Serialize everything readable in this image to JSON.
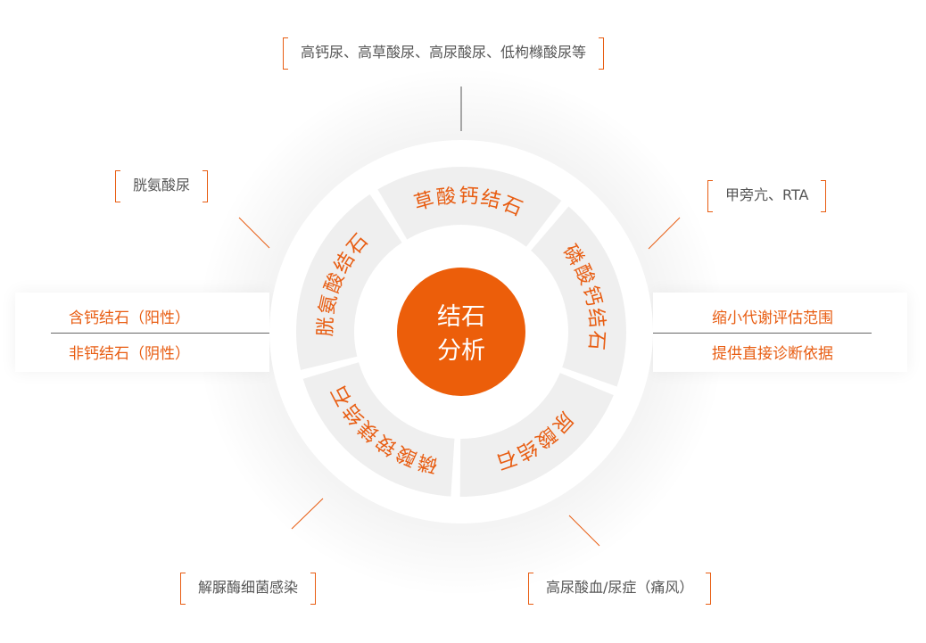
{
  "center": {
    "line1": "结石",
    "line2": "分析"
  },
  "segments": [
    {
      "label": "草酸钙结石",
      "start": -32,
      "end": 39
    },
    {
      "label": "磷酸钙结石",
      "start": 39,
      "end": 111
    },
    {
      "label": "尿酸结石",
      "start": 111,
      "end": 182
    },
    {
      "label": "磷酸铵镁结石",
      "start": 182,
      "end": 255
    },
    {
      "label": "胱氨酸结石",
      "start": 255,
      "end": 328
    }
  ],
  "left_panel": {
    "top": "含钙结石（阳性）",
    "bottom": "非钙结石（阴性）"
  },
  "right_panel": {
    "top": "缩小代谢评估范围",
    "bottom": "提供直接诊断依据"
  },
  "callouts": {
    "top": "高钙尿、高草酸尿、高尿酸尿、低枸橼酸尿等",
    "top_left": "胱氨酸尿",
    "top_right": "甲旁亢、RTA",
    "bottom_left": "解脲酶细菌感染",
    "bottom_right": "高尿酸血/尿症（痛风）"
  },
  "colors": {
    "accent": "#ec5e0a",
    "ring": "#efefef",
    "text_orange": "#e85d12"
  }
}
